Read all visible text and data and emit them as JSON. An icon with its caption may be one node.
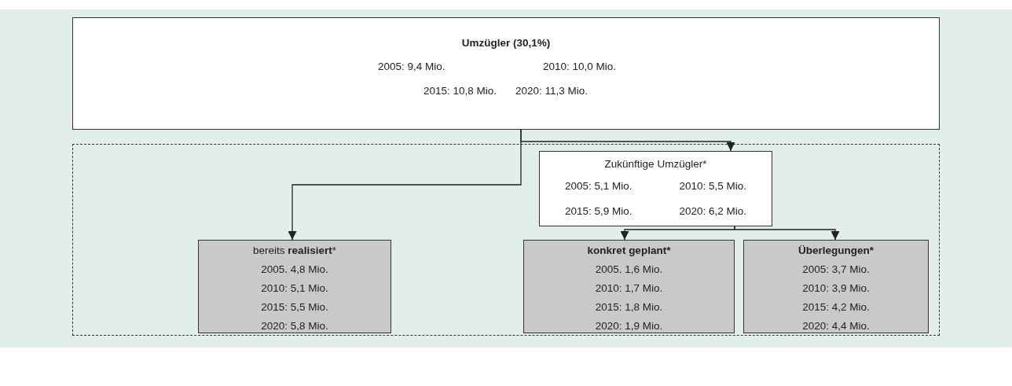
{
  "diagram": {
    "nodes": [
      {
        "text": [
          "Umzügler (30,1%)",
          "2005: 9,4 Mio.",
          "2010: 10,0 Mio.",
          "2015: 10,8 Mio.",
          "2020: 11,3 Mio."
        ]
      },
      {
        "text": [],
        "shape": "box"
      },
      {
        "text": [
          "Zukünftige Umzügler*",
          "2005: 5,1 Mio.",
          "2010: 5,5 Mio.",
          "2015: 5,9 Mio.",
          "2020: 6,2 Mio."
        ],
        "in": 1
      },
      {
        "text": [
          "bereits **realisiert***",
          "2005. 4,8 Mio.",
          "2010: 5,1 Mio.",
          "2015: 5,5 Mio.",
          "2020: 5,8 Mio."
        ],
        "in": 1
      },
      {
        "text": [
          "konkret geplant*",
          "2005. 1,6 Mio.",
          "2010: 1,7 Mio.",
          "2015: 1,8 Mio.",
          "2020: 1,9 Mio."
        ],
        "in": 1
      },
      {
        "text": [
          "Überlegungen*",
          "2005: 3,7 Mio.",
          "2010: 3,9 Mio.",
          "2015: 4,2 Mio.",
          "2020: 4,4 Mio."
        ],
        "in": 1
      }
    ],
    "edges": [
      {
        "from": 0,
        "to": 2,
        "arrow": "to"
      },
      {
        "from": 0,
        "to": 3,
        "arrow": "to"
      },
      {
        "from": 2,
        "to": 4,
        "arrow": "to"
      },
      {
        "from": 2,
        "to": 5,
        "arrow": "to"
      }
    ]
  }
}
